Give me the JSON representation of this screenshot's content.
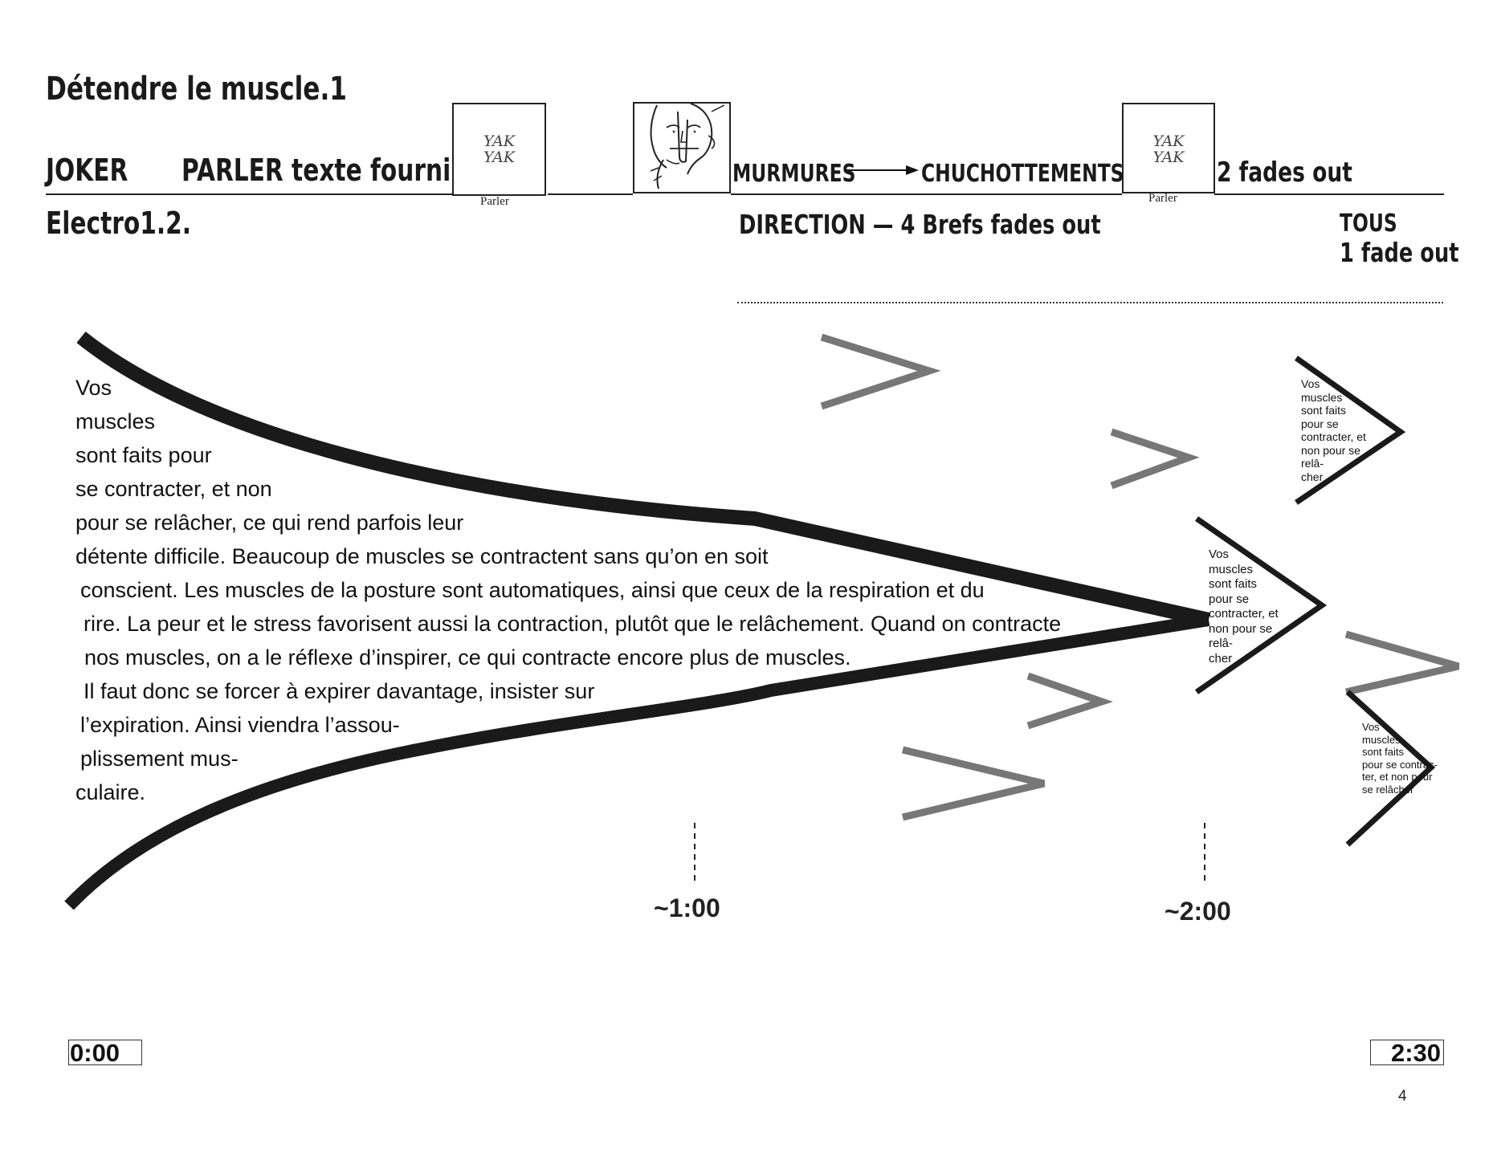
{
  "header": {
    "title": "Détendre le muscle.1",
    "joker": "JOKER",
    "parler_texte": "PARLER texte fourni",
    "electro": "Electro1.2.",
    "murmures": "MURMURES",
    "chuchottements": "CHUCHOTTEMENTS",
    "fades_out_2": "2 fades out",
    "direction": "DIRECTION — 4 Brefs fades out",
    "tous": "TOUS",
    "fade_out_1": "1 fade out"
  },
  "pictograms": {
    "yak_1": "YAK",
    "yak_2": "YAK",
    "caption": "Parler",
    "silence_icon": "finger-on-lips-icon"
  },
  "main_text": [
    "Vos",
    "muscles",
    "sont faits pour",
    "se contracter, et non",
    "pour se relâcher, ce qui rend parfois leur",
    "détente difficile. Beaucoup de muscles se contractent sans qu’on en soit",
    "conscient. Les muscles de la posture sont automatiques, ainsi que ceux de la respiration et du",
    "rire. La peur et le stress favorisent aussi la contraction, plutôt que le relâchement. Quand on contracte",
    "nos muscles, on a le réflexe d’inspirer, ce qui contracte encore plus de muscles.",
    "Il faut donc se forcer à expirer davantage, insister sur",
    "l’expiration. Ainsi viendra l’assou-",
    "plissement mus-",
    "culaire."
  ],
  "chevron_texts": {
    "top_right": [
      "Vos",
      "muscles",
      "sont faits",
      "pour se",
      "contracter, et",
      "non pour se",
      "relâ-",
      "cher"
    ],
    "middle": [
      "Vos",
      "muscles",
      "sont faits",
      "pour se",
      "contracter, et",
      "non pour se",
      "relâ-",
      "cher"
    ],
    "bottom_right": [
      "Vos",
      "muscles",
      "sont faits",
      "pour se contrac-",
      "ter, et non pour",
      "se relâcher"
    ]
  },
  "timeline": {
    "mark_1": "~1:00",
    "mark_2": "~2:00",
    "start": "0:00",
    "end": "2:30"
  },
  "page_number": "4",
  "colors": {
    "ink": "#1a1a1a",
    "grey_chevron": "#777777"
  }
}
